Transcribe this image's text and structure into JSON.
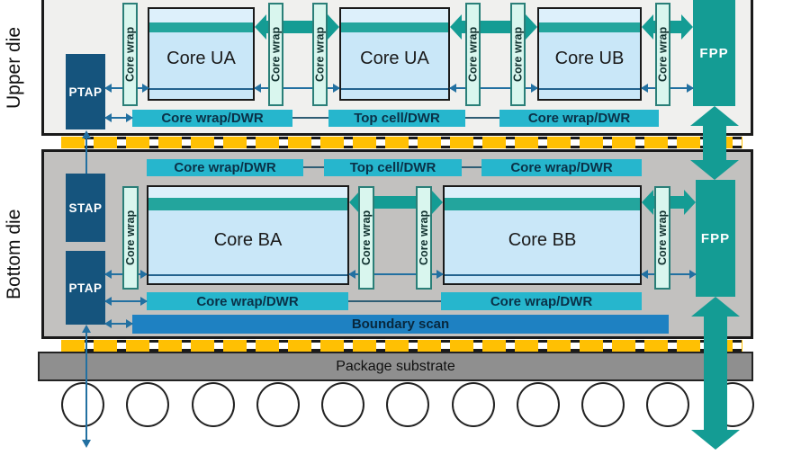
{
  "upper_die": {
    "label": "Upper die",
    "ptap": "PTAP",
    "fpp": "FPP",
    "wrap_label": "Core wrap",
    "cores": [
      "Core UA",
      "Core UA",
      "Core UB"
    ],
    "bars": [
      "Core wrap/DWR",
      "Top cell/DWR",
      "Core wrap/DWR"
    ]
  },
  "bottom_die": {
    "label": "Bottom die",
    "stap": "STAP",
    "ptap": "PTAP",
    "fpp": "FPP",
    "wrap_label": "Core wrap",
    "cores": [
      "Core BA",
      "Core BB"
    ],
    "top_bars": [
      "Core wrap/DWR",
      "Top cell/DWR",
      "Core wrap/DWR"
    ],
    "mid_bars": [
      "Core wrap/DWR",
      "Core wrap/DWR"
    ],
    "boundary_scan": "Boundary scan"
  },
  "package": {
    "label": "Package substrate",
    "ball_count": 11
  },
  "colors": {
    "teal_arrow_fpp": "#149c94",
    "cyan_bar": "#26b6cd",
    "navy_tap_box": "#15547d",
    "boundary_scan_blue": "#1e81c2",
    "micro_bump_yellow": "#ffc003",
    "core_fill": "#c9e7f8",
    "core_stripe": "#23a59d",
    "wrap_fill": "#d9f6ee",
    "upper_die_fill": "#f0f0ee",
    "bottom_die_fill": "#c2c1bf",
    "package_fill": "#8f8f8f",
    "thin_arrow_blue": "#2270a1"
  }
}
